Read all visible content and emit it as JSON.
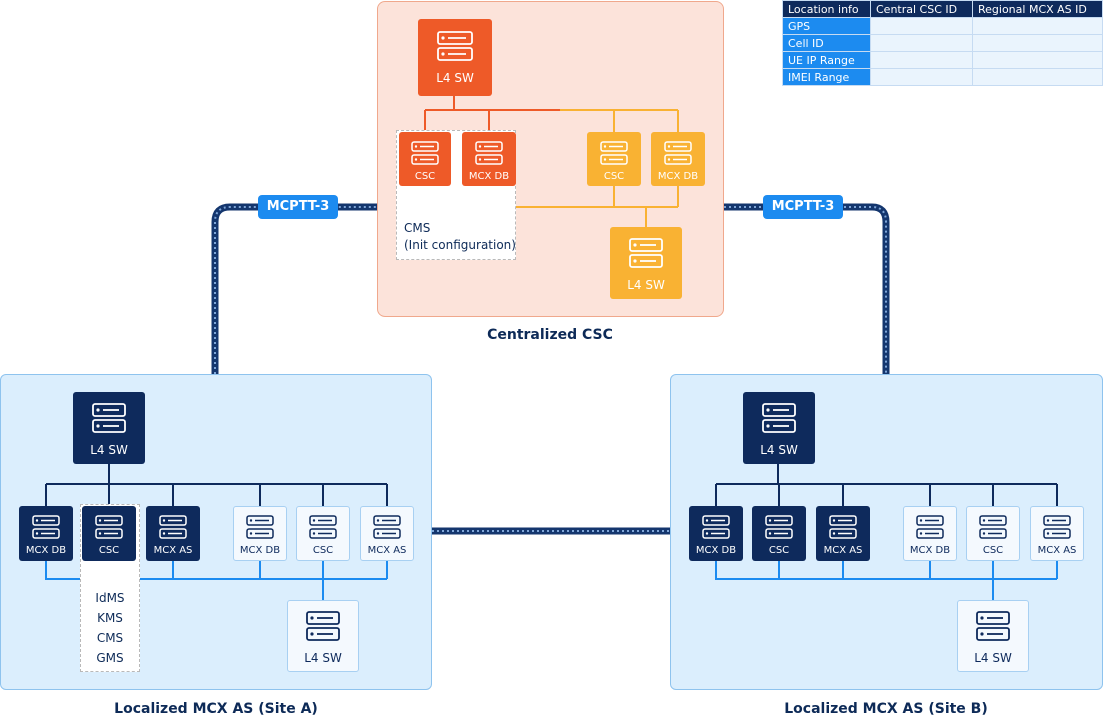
{
  "table": {
    "headers": [
      "Location info",
      "Central CSC ID",
      "Regional MCX AS ID"
    ],
    "rows": [
      "GPS",
      "Cell ID",
      "UE IP Range",
      "IMEI Range"
    ]
  },
  "central": {
    "caption": "Centralized CSC",
    "top_switch": "L4 SW",
    "csc1": "CSC",
    "db1": "MCX DB",
    "csc2": "CSC",
    "db2": "MCX DB",
    "bottom_switch": "L4 SW",
    "cms_line1": "CMS",
    "cms_line2": "(Init configuration)"
  },
  "links": {
    "left": "MCPTT-3",
    "right": "MCPTT-3"
  },
  "siteA": {
    "caption": "Localized MCX AS (Site A)",
    "top_switch": "L4 SW",
    "active": [
      "MCX DB",
      "CSC",
      "MCX AS"
    ],
    "standby": [
      "MCX DB",
      "CSC",
      "MCX AS"
    ],
    "bottom_switch": "L4 SW",
    "services": [
      "IdMS",
      "KMS",
      "CMS",
      "GMS"
    ]
  },
  "siteB": {
    "caption": "Localized MCX AS (Site B)",
    "top_switch": "L4 SW",
    "active": [
      "MCX DB",
      "CSC",
      "MCX AS"
    ],
    "standby": [
      "MCX DB",
      "CSC",
      "MCX AS"
    ],
    "bottom_switch": "L4 SW"
  },
  "colors": {
    "orange_dark": "#ee5a28",
    "orange_light": "#f9b233",
    "navy": "#0e2a5c",
    "blue_accent": "#1c8bf0",
    "panel_blue": "#dbeefd",
    "panel_peach": "#fce3da"
  }
}
